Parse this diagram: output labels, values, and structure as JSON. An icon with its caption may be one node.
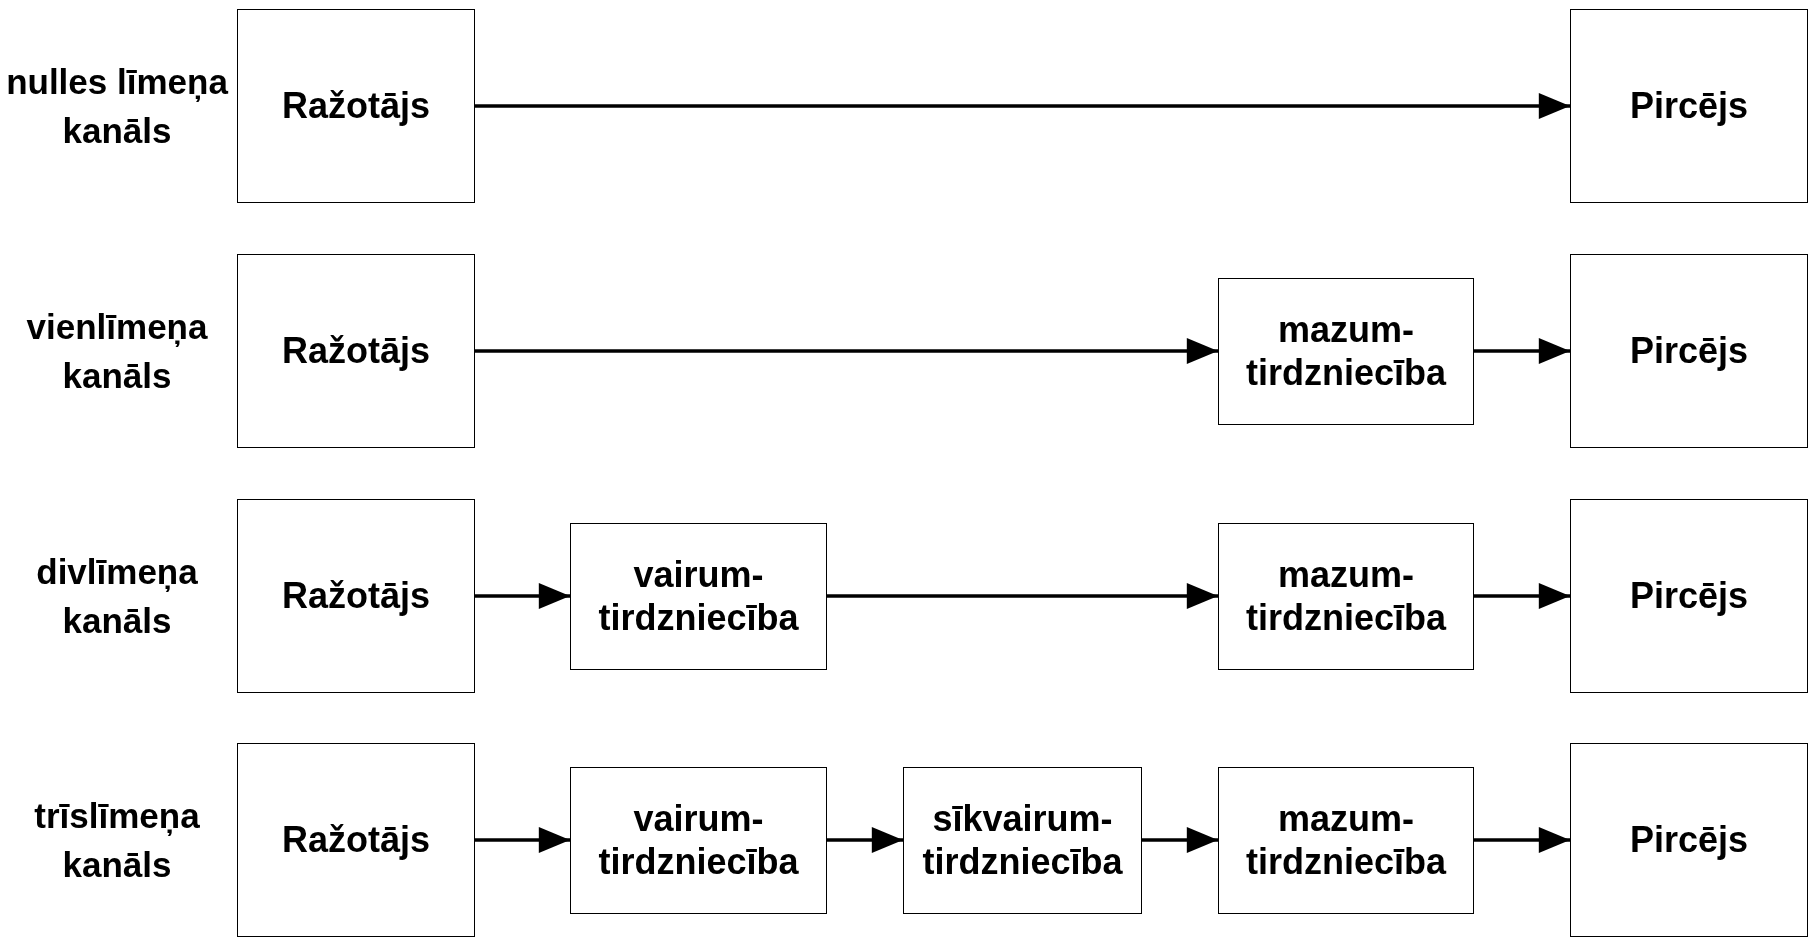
{
  "diagram": {
    "nodes": [
      {
        "text": [
          "Ražotājs"
        ]
      },
      {
        "text": [
          "Pircējs"
        ]
      },
      {
        "text": [
          "Ražotājs"
        ]
      },
      {
        "text": [
          "mazum- tirdzniecība"
        ]
      },
      {
        "text": [
          "Pircējs"
        ]
      },
      {
        "text": [
          "Ražotājs"
        ]
      },
      {
        "text": [
          "vairum- tirdzniecība"
        ]
      },
      {
        "text": [
          "mazum- tirdzniecība"
        ]
      },
      {
        "text": [
          "Pircējs"
        ]
      },
      {
        "text": [
          "Ražotājs"
        ]
      },
      {
        "text": [
          "vairum- tirdzniecība"
        ]
      },
      {
        "text": [
          "sīkvairum- tirdzniecība"
        ]
      },
      {
        "text": [
          "mazum- tirdzniecība"
        ]
      },
      {
        "text": [
          "Pircējs"
        ]
      }
    ],
    "edges": [
      {
        "from": 0,
        "to": 1,
        "arrow": "to"
      },
      {
        "from": 2,
        "to": 3,
        "arrow": "to"
      },
      {
        "from": 3,
        "to": 4,
        "arrow": "to"
      },
      {
        "from": 5,
        "to": 6,
        "arrow": "to"
      },
      {
        "from": 6,
        "to": 7,
        "arrow": "to"
      },
      {
        "from": 7,
        "to": 8,
        "arrow": "to"
      },
      {
        "from": 9,
        "to": 10,
        "arrow": "to"
      },
      {
        "from": 10,
        "to": 11,
        "arrow": "to"
      },
      {
        "from": 11,
        "to": 12,
        "arrow": "to"
      },
      {
        "from": 12,
        "to": 13,
        "arrow": "to"
      }
    ],
    "labels": [
      "nulles līmeņa kanāls",
      "vienlīmeņa kanāls",
      "divlīmeņa kanāls",
      "trīslīmeņa kanāls"
    ]
  }
}
